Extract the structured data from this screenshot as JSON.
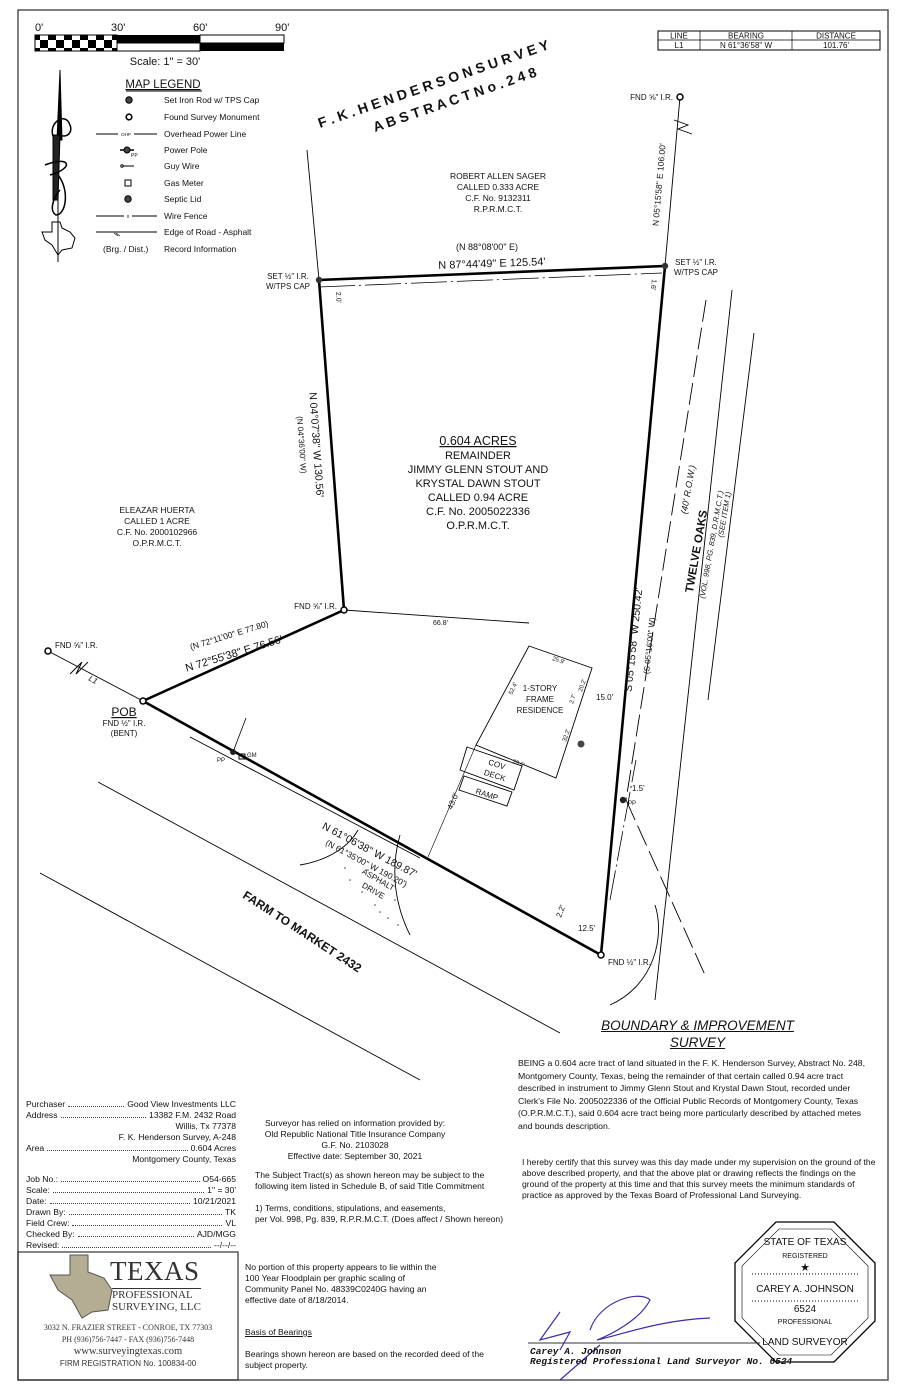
{
  "scale_bar": {
    "ticks": [
      "0'",
      "30'",
      "60'",
      "90'"
    ],
    "scale_text": "Scale: 1\" = 30'"
  },
  "legend": {
    "title": "MAP LEGEND",
    "items": [
      {
        "icon": "set-iron-rod-icon",
        "label": "Set Iron Rod w/ TPS Cap"
      },
      {
        "icon": "found-monument-icon",
        "label": "Found Survey Monument"
      },
      {
        "icon": "overhead-power-line-icon",
        "symbol_text": "OHP",
        "label": "Overhead Power Line"
      },
      {
        "icon": "power-pole-icon",
        "symbol_text": "PP",
        "label": "Power Pole"
      },
      {
        "icon": "guy-wire-icon",
        "label": "Guy Wire"
      },
      {
        "icon": "gas-meter-icon",
        "label": "Gas Meter"
      },
      {
        "icon": "septic-lid-icon",
        "label": "Septic Lid"
      },
      {
        "icon": "wire-fence-icon",
        "symbol_text": "x",
        "label": "Wire Fence"
      },
      {
        "icon": "edge-of-road-icon",
        "label": "Edge of Road - Asphalt"
      },
      {
        "icon": "record-info",
        "symbol_text": "(Brg. / Dist.)",
        "label": "Record Information"
      }
    ]
  },
  "line_table": {
    "headers": [
      "LINE",
      "BEARING",
      "DISTANCE"
    ],
    "rows": [
      [
        "L1",
        "N 61°36'58\" W",
        "101.76'"
      ]
    ]
  },
  "map": {
    "survey_name": "F . K . H E N D E R S O N   S U R V E Y",
    "abstract": "A B S T R A C T   N o .   2 4 8",
    "sager": [
      "ROBERT ALLEN SAGER",
      "CALLED 0.333 ACRE",
      "C.F. No. 9132311",
      "R.P.R.M.C.T."
    ],
    "tract": {
      "acres": "0.604 ACRES",
      "lines": [
        "REMAINDER",
        "JIMMY GLENN STOUT AND",
        "KRYSTAL DAWN STOUT",
        "CALLED 0.94 ACRE",
        "C.F. No. 2005022336",
        "O.P.R.M.C.T."
      ]
    },
    "huerta": [
      "ELEAZAR HUERTA",
      "CALLED 1 ACRE",
      "C.F. No. 2000102966",
      "O.P.R.M.C.T."
    ],
    "north_record": "(N 88°08'00\" E)",
    "north_bearing": "N 87°44'49\" E  125.54'",
    "west_bearing": "N 04°07'38\" W  130.56'",
    "west_record": "(N 04°36'00\" W)",
    "ne_bearing": "N 05°15'58\" E  106.00'",
    "east_bearing": "S 05°15'58\" W  250.42'",
    "east_record": "(S 05°16'00\" W)",
    "pob_record": "(N 72°11'00\" E  77.80)",
    "pob_bearing": "N 72°55'38\" E  76.56'",
    "south_bearing": "N 61°06'38\" W  189.87'",
    "south_record": "(N 61°35'00\" W  190.20')",
    "set_ir": [
      "SET ½\" I.R.",
      "W/TPS CAP"
    ],
    "fnd_58": "FND ⅝\" I.R.",
    "fnd_12": "FND ½\" I.R.",
    "pob": "POB",
    "pob_sub": [
      "FND ½\" I.R.",
      "(BENT)"
    ],
    "l1": "L1",
    "pp": "PP",
    "gm": "GM",
    "ohp": "OHP",
    "twelve_oaks": "TWELVE OAKS",
    "twelve_oaks_row": "(40' R.O.W.)",
    "twelve_oaks_vol": "(VOL. 998, PG. 839, D.R.M.C.T.)",
    "twelve_oaks_item": "(SEE ITEM 1)",
    "fm2432": "FARM TO MARKET 2432",
    "asphalt": [
      "ASPHALT",
      "DRIVE"
    ],
    "house": [
      "1-STORY",
      "FRAME",
      "RESIDENCE"
    ],
    "cov_deck": [
      "COV",
      "DECK"
    ],
    "ramp": "RAMP",
    "dims": {
      "d668": "66.8'",
      "d259": "25.9'",
      "d202": "20.2'",
      "d524": "52.4'",
      "d27": "2.7'",
      "d150": "15.0'",
      "d322": "32.2'",
      "d286": "28.6'",
      "d430": "43.0'",
      "d15": "1.5'",
      "d22": "2.2'",
      "d125": "12.5'",
      "d20": "2.0'",
      "d16": "1.6'"
    }
  },
  "survey_title": [
    "BOUNDARY & IMPROVEMENT",
    "SURVEY"
  ],
  "description": "BEING a 0.604 acre tract of land situated in the F. K. Henderson Survey, Abstract No. 248, Montgomery County, Texas, being the remainder of that certain called 0.94 acre tract described in instrument to Jimmy Glenn Stout and Krystal Dawn Stout, recorded under Clerk's File No. 2005022336 of the Official Public Records of Montgomery County, Texas (O.P.R.M.C.T.), said 0.604 acre tract being more particularly described by attached metes and bounds description.",
  "info": {
    "purchaser_label": "Purchaser",
    "purchaser": "Good View Investments LLC",
    "address_label": "Address",
    "address": [
      "13382 F.M. 2432 Road",
      "Willis, Tx 77378",
      "F. K. Henderson Survey, A-248"
    ],
    "area_label": "Area",
    "area": [
      "0.604 Acres",
      "Montgomery County, Texas"
    ],
    "job": [
      {
        "label": "Job No.:",
        "value": "O54-665"
      },
      {
        "label": "Scale:",
        "value": "1\" = 30'"
      },
      {
        "label": "Date:",
        "value": "10/21/2021"
      },
      {
        "label": "Drawn By:",
        "value": "TK"
      },
      {
        "label": "Field Crew:",
        "value": "VL"
      },
      {
        "label": "Checked By:",
        "value": "AJD/MGG"
      },
      {
        "label": "Revised:",
        "value": "--/--/--"
      }
    ]
  },
  "title_info": [
    "Surveyor has relied on information provided by:",
    "Old Republic National Title Insurance Company",
    "G.F. No. 2103028",
    "Effective date: September 30, 2021"
  ],
  "schedule_b": "The Subject Tract(s) as shown hereon may be subject to the following item listed in Schedule B, of said Title Commitment",
  "item1": [
    "1) Terms, conditions, stipulations, and easements,",
    "per Vol. 998, Pg. 839, R.P.R.M.C.T. (Does affect / Shown hereon)"
  ],
  "certification": "I hereby certify that this survey was this day made under my supervision on the ground of the above described property, and that the above plat or drawing reflects the findings on the ground of the property at this time and that this survey meets the minimum standards of practice as approved by the Texas Board of Professional Land Surveying.",
  "floodplain": "No portion of this property appears to lie within the 100 Year Floodplain per graphic scaling of Community Panel No. 48339C0240G having an effective date of 8/18/2014.",
  "basis_title": "Basis of Bearings",
  "basis_text": "Bearings shown hereon are based on the recorded deed of the subject property.",
  "seal": {
    "top": "STATE OF TEXAS",
    "registered": "REGISTERED",
    "name": "CAREY A. JOHNSON",
    "number": "6524",
    "professional": "PROFESSIONAL",
    "bottom": "LAND SURVEYOR"
  },
  "signature": {
    "name": "Carey A. Johnson",
    "title": "Registered Professional Land Surveyor No. 6524",
    "ink_color": "#3a2fb0"
  },
  "company": {
    "logo_word": "TEXAS",
    "logo_sub": [
      "PROFESSIONAL",
      "SURVEYING, LLC"
    ],
    "address": "3032 N. FRAZIER STREET - CONROE, TX 77303",
    "phone": "PH (936)756-7447  -  FAX (936)756-7448",
    "web": "www.surveyingtexas.com",
    "registration": "FIRM REGISTRATION No. 100834-00"
  }
}
